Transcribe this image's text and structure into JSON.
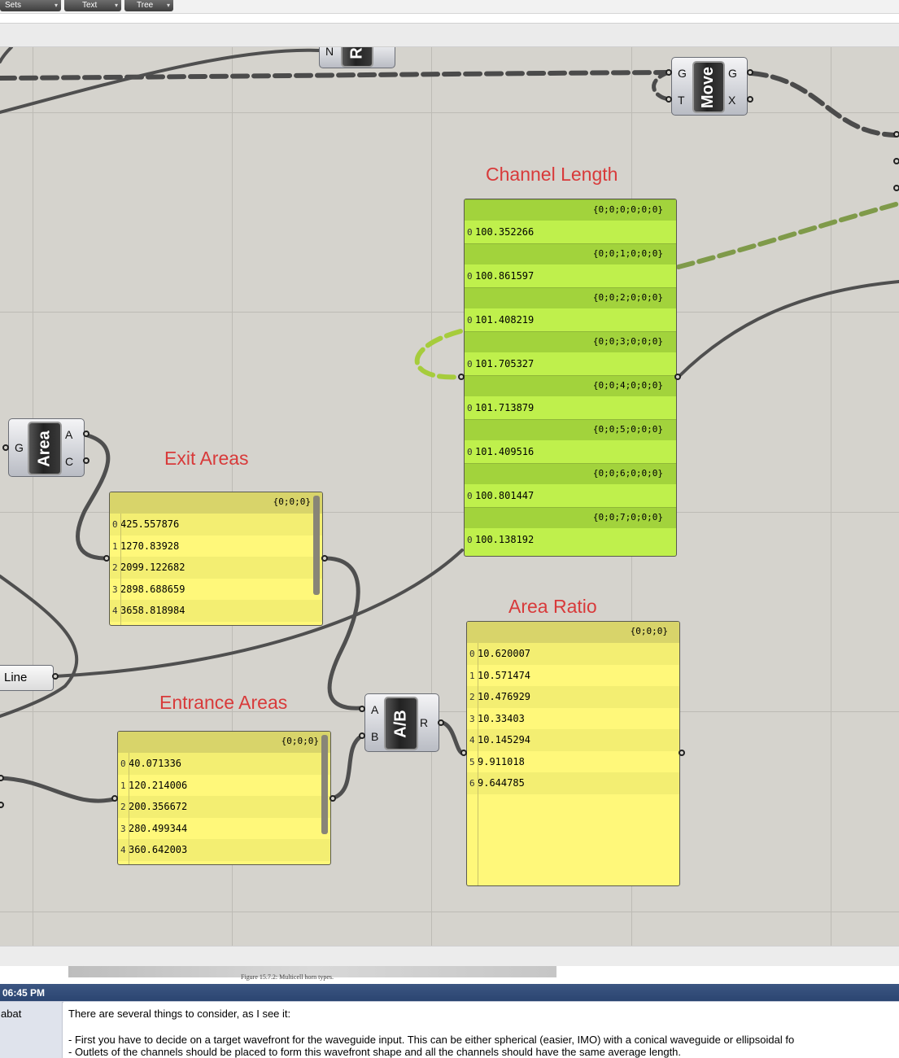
{
  "toolbar": {
    "buttons": [
      {
        "label": "Sets"
      },
      {
        "label": "Text"
      },
      {
        "label": "Tree"
      }
    ]
  },
  "canvas": {
    "colors": {
      "background": "#d5d3cd",
      "label": "#d83a3a",
      "panel_yellow": "#fff87a",
      "panel_green": "#bff04c"
    },
    "components": {
      "r_node": {
        "core_label": "R",
        "input": "N"
      },
      "move": {
        "core_label": "Move",
        "inputs": [
          "G",
          "T"
        ],
        "outputs": [
          "G",
          "X"
        ]
      },
      "area": {
        "core_label": "Area",
        "inputs": [
          "G"
        ],
        "outputs": [
          "A",
          "C"
        ]
      },
      "division": {
        "core_label": "A/B",
        "inputs": [
          "A",
          "B"
        ],
        "outputs": [
          "R"
        ]
      },
      "line": {
        "label": "Line"
      }
    },
    "labels": {
      "channel_length": "Channel Length",
      "exit_areas": "Exit Areas",
      "entrance_areas": "Entrance Areas",
      "area_ratio": "Area Ratio"
    },
    "panels": {
      "channel_length": {
        "branches": [
          {
            "path": "{0;0;0;0;0;0}",
            "index": "0",
            "value": "100.352266"
          },
          {
            "path": "{0;0;1;0;0;0}",
            "index": "0",
            "value": "100.861597"
          },
          {
            "path": "{0;0;2;0;0;0}",
            "index": "0",
            "value": "101.408219"
          },
          {
            "path": "{0;0;3;0;0;0}",
            "index": "0",
            "value": "101.705327"
          },
          {
            "path": "{0;0;4;0;0;0}",
            "index": "0",
            "value": "101.713879"
          },
          {
            "path": "{0;0;5;0;0;0}",
            "index": "0",
            "value": "101.409516"
          },
          {
            "path": "{0;0;6;0;0;0}",
            "index": "0",
            "value": "100.801447"
          },
          {
            "path": "{0;0;7;0;0;0}",
            "index": "0",
            "value": "100.138192"
          }
        ]
      },
      "exit_areas": {
        "path": "{0;0;0}",
        "rows": [
          {
            "index": "0",
            "value": "425.557876"
          },
          {
            "index": "1",
            "value": "1270.83928"
          },
          {
            "index": "2",
            "value": "2099.122682"
          },
          {
            "index": "3",
            "value": "2898.688659"
          },
          {
            "index": "4",
            "value": "3658.818984"
          }
        ]
      },
      "entrance_areas": {
        "path": "{0;0;0}",
        "rows": [
          {
            "index": "0",
            "value": "40.071336"
          },
          {
            "index": "1",
            "value": "120.214006"
          },
          {
            "index": "2",
            "value": "200.356672"
          },
          {
            "index": "3",
            "value": "280.499344"
          },
          {
            "index": "4",
            "value": "360.642003"
          }
        ]
      },
      "area_ratio": {
        "path": "{0;0;0}",
        "rows": [
          {
            "index": "0",
            "value": "10.620007"
          },
          {
            "index": "1",
            "value": "10.571474"
          },
          {
            "index": "2",
            "value": "10.476929"
          },
          {
            "index": "3",
            "value": "10.33403"
          },
          {
            "index": "4",
            "value": "10.145294"
          },
          {
            "index": "5",
            "value": "9.911018"
          },
          {
            "index": "6",
            "value": "9.644785"
          }
        ]
      }
    }
  },
  "figure": {
    "caption": "Figure 15.7.2: Multicell horn types."
  },
  "forum": {
    "timestamp": "06:45 PM",
    "author": "abat",
    "message_lines": [
      "There are several things to consider, as I see it:",
      "",
      "- First you have to decide on a target wavefront for the waveguide input. This can be either spherical (easier, IMO) with a conical waveguide or ellipsoidal fo",
      "- Outlets of the channels should be placed to form this wavefront shape and all the channels should have the same average length."
    ]
  }
}
